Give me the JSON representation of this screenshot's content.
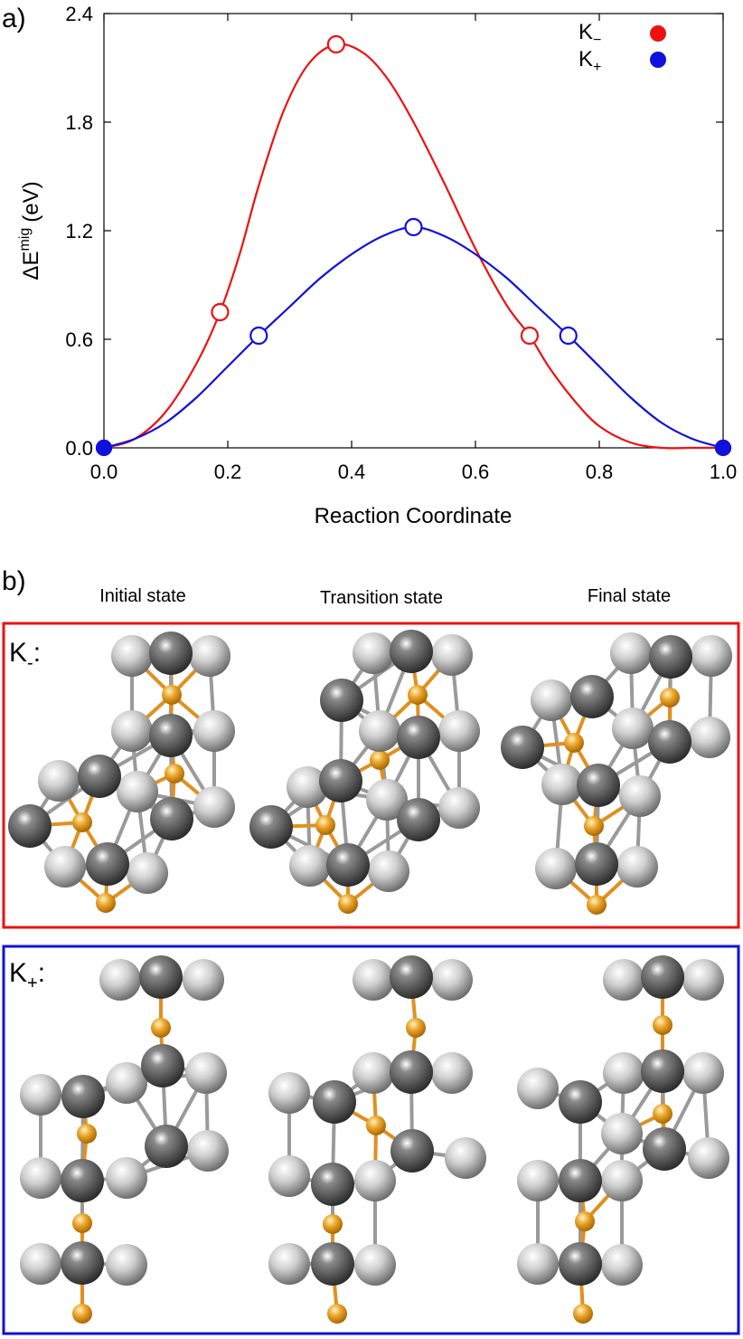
{
  "panel_labels": {
    "a": "a)",
    "b": "b)"
  },
  "chart_data": {
    "type": "line",
    "xlabel": "Reaction Coordinate",
    "ylabel": {
      "main": "ΔE",
      "sup": "mig",
      "unit": "(eV)"
    },
    "xlim": [
      0.0,
      1.0
    ],
    "ylim": [
      0.0,
      2.4
    ],
    "xticks": [
      "0.0",
      "0.2",
      "0.4",
      "0.6",
      "0.8",
      "1.0"
    ],
    "yticks": [
      "0.0",
      "0.6",
      "1.2",
      "1.8",
      "2.4"
    ],
    "grid": false,
    "legend_position": "top-right",
    "series": [
      {
        "name": "K−",
        "legend": {
          "main": "K",
          "sub": "−"
        },
        "color": "#ee1111",
        "marker": "open-circle",
        "points": [
          [
            0.0,
            0.0
          ],
          [
            0.1875,
            0.75
          ],
          [
            0.375,
            2.23
          ],
          [
            0.6875,
            0.62
          ],
          [
            1.0,
            0.0
          ]
        ],
        "curve": [
          [
            0.0,
            0.0
          ],
          [
            0.05,
            0.05
          ],
          [
            0.1,
            0.2
          ],
          [
            0.15,
            0.47
          ],
          [
            0.1875,
            0.75
          ],
          [
            0.22,
            1.08
          ],
          [
            0.25,
            1.45
          ],
          [
            0.29,
            1.86
          ],
          [
            0.33,
            2.12
          ],
          [
            0.375,
            2.23
          ],
          [
            0.42,
            2.18
          ],
          [
            0.46,
            2.03
          ],
          [
            0.5,
            1.8
          ],
          [
            0.55,
            1.46
          ],
          [
            0.6,
            1.1
          ],
          [
            0.65,
            0.79
          ],
          [
            0.6875,
            0.62
          ],
          [
            0.72,
            0.44
          ],
          [
            0.76,
            0.26
          ],
          [
            0.8,
            0.12
          ],
          [
            0.85,
            0.03
          ],
          [
            0.9,
            0.0
          ],
          [
            0.95,
            0.0
          ],
          [
            1.0,
            0.0
          ]
        ]
      },
      {
        "name": "K+",
        "legend": {
          "main": "K",
          "sub": "+"
        },
        "color": "#1111dd",
        "marker": "open-circle",
        "points": [
          [
            0.0,
            0.0
          ],
          [
            0.25,
            0.62
          ],
          [
            0.5,
            1.22
          ],
          [
            0.75,
            0.62
          ],
          [
            1.0,
            0.0
          ]
        ],
        "curve": [
          [
            0.0,
            0.0
          ],
          [
            0.05,
            0.05
          ],
          [
            0.1,
            0.14
          ],
          [
            0.15,
            0.28
          ],
          [
            0.2,
            0.45
          ],
          [
            0.25,
            0.62
          ],
          [
            0.3,
            0.78
          ],
          [
            0.35,
            0.94
          ],
          [
            0.4,
            1.07
          ],
          [
            0.45,
            1.17
          ],
          [
            0.5,
            1.22
          ],
          [
            0.55,
            1.17
          ],
          [
            0.6,
            1.07
          ],
          [
            0.65,
            0.94
          ],
          [
            0.7,
            0.78
          ],
          [
            0.75,
            0.62
          ],
          [
            0.8,
            0.45
          ],
          [
            0.85,
            0.28
          ],
          [
            0.9,
            0.14
          ],
          [
            0.95,
            0.05
          ],
          [
            1.0,
            0.0
          ]
        ]
      }
    ]
  },
  "structures": {
    "headers": [
      "Initial state",
      "Transition state",
      "Final state"
    ],
    "rows": [
      {
        "label": {
          "main": "K",
          "sub": "-",
          "colon": ":"
        },
        "border": "#ee1111"
      },
      {
        "label": {
          "main": "K",
          "sub": "+",
          "colon": ":"
        },
        "border": "#1111dd"
      }
    ]
  },
  "colors": {
    "atom_light": "#d0d0d0",
    "atom_dark": "#4a4a4a",
    "atom_gold": "#e8a020",
    "bond": "#9a9a9a",
    "bond_gold": "#e09020"
  }
}
